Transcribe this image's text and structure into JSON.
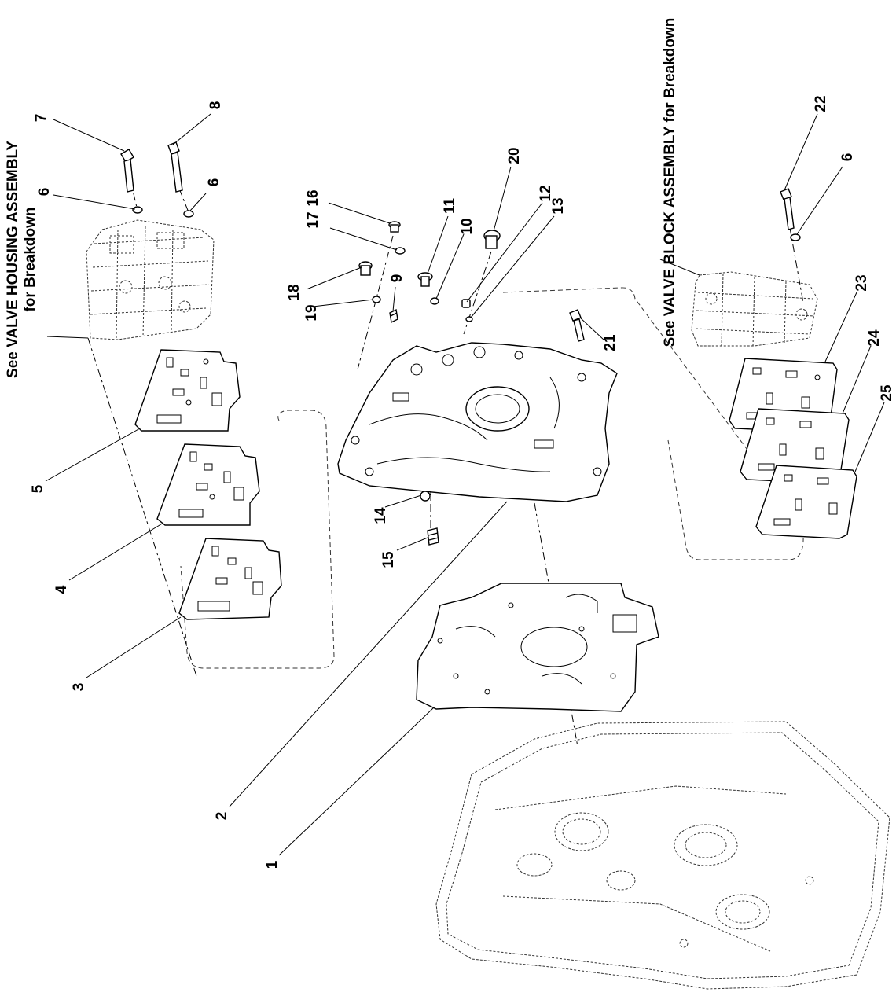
{
  "notes": {
    "valve_housing_line1": "See VALVE HOUSING ASSEMBLY",
    "valve_housing_line2": "for Breakdown",
    "valve_block": "See VALVE BLOCK ASSEMBLY for Breakdown"
  },
  "callouts": {
    "c1": "1",
    "c2": "2",
    "c3": "3",
    "c4": "4",
    "c5": "5",
    "c6a": "6",
    "c6b": "6",
    "c6c": "6",
    "c7": "7",
    "c8": "8",
    "c9": "9",
    "c10": "10",
    "c11": "11",
    "c12": "12",
    "c13": "13",
    "c14": "14",
    "c15": "15",
    "c16": "16",
    "c17": "17",
    "c18": "18",
    "c19": "19",
    "c20": "20",
    "c21": "21",
    "c22": "22",
    "c23": "23",
    "c24": "24",
    "c25": "25"
  }
}
